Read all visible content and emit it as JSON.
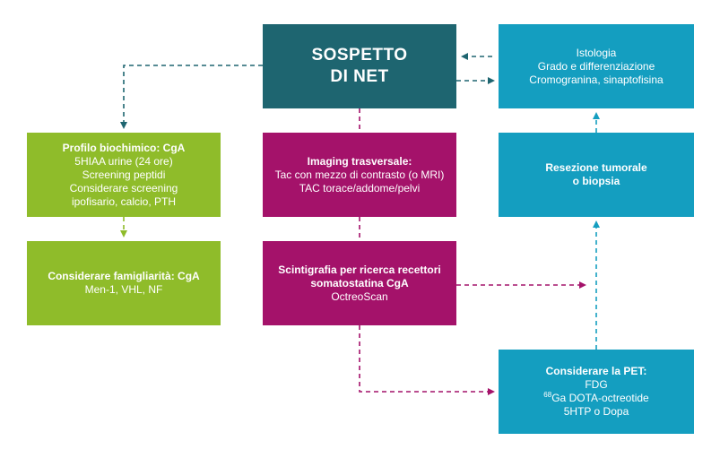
{
  "colors": {
    "teal": "#1e6570",
    "blue": "#149ec0",
    "green": "#8fbc2a",
    "magenta": "#a4126a"
  },
  "net": {
    "line1": "SOSPETTO",
    "line2": "DI NET"
  },
  "istologia": {
    "lines": [
      "Istologia",
      "Grado e differenziazione",
      "Cromogranina, sinaptofisina"
    ]
  },
  "resezione": {
    "line1": "Resezione tumorale",
    "line2": "o biopsia"
  },
  "pet": {
    "title": "Considerare la PET:",
    "lines": [
      "FDG",
      "DOTA-octreotide",
      "5HTP o Dopa"
    ],
    "isotope_mass": "68",
    "isotope_symbol": "Ga"
  },
  "profilo": {
    "title": "Profilo biochimico: CgA",
    "lines": [
      "5HIAA urine (24 ore)",
      "Screening peptidi",
      "Considerare screening",
      "ipofisario, calcio, PTH"
    ]
  },
  "famiglia": {
    "title": "Considerare famigliarità: CgA",
    "line": "Men-1, VHL, NF"
  },
  "imaging": {
    "title": "Imaging trasversale:",
    "lines": [
      "Tac con mezzo di contrasto (o MRI)",
      "TAC torace/addome/pelvi"
    ]
  },
  "scintigrafia": {
    "line1": "Scintigrafia per ricerca recettori",
    "line2": "somatostatina CgA",
    "line3": "OctreoScan"
  }
}
